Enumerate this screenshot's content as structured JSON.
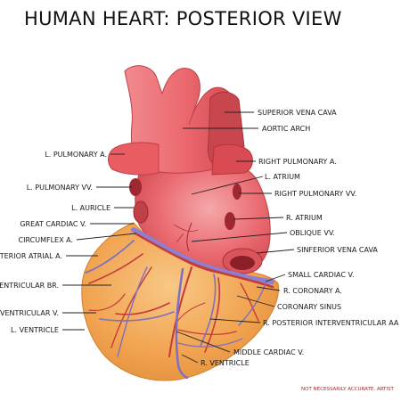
{
  "title": "HUMAN HEART: POSTERIOR VIEW",
  "labels": {
    "superior_vena_cava": "SUPERIOR VENA CAVA",
    "aortic_arch": "AORTIC ARCH",
    "l_pulmonary_a": "L. PULMONARY A.",
    "right_pulmonary_a": "RIGHT PULMONARY A.",
    "l_atrium": "L. ATRIUM",
    "l_pulmonary_vv": "L. PULMONARY VV.",
    "right_pulmonary_vv": "RIGHT PULMONARY VV.",
    "l_auricle": "L. AURICLE",
    "r_atrium": "R. ATRIUM",
    "great_cardiac_v": "GREAT CARDIAC V.",
    "oblique_v": "OBLIQUE VV.",
    "circumflex_a": "CIRCUMFLEX A.",
    "inferior_vena_cava": "SINFERIOR VENA CAVA",
    "posterior_atrial_a": "TERIOR ATRIAL A.",
    "small_cardiac_v": "SMALL CARDIAC V.",
    "ventricular_br": "VENTRICULAR BR.",
    "r_coronary_a": "R. CORONARY A.",
    "coronary_sinus": "CORONARY SINUS",
    "ventricular_v": "VENTRICULAR V.",
    "r_posterior_interventricular_a": "R. POSTERIOR INTERVENTRICULAR AA",
    "l_ventricle": "L. VENTRICLE",
    "middle_cardiac_v": "MIDDLE CARDIAC V.",
    "r_ventricle": "R. VENTRICLE"
  },
  "disclaimer": "NOT NECESSARILY ACCURATE. ARTIST",
  "colors": {
    "atria": "#e85c62",
    "atria_light": "#f3a0a3",
    "vessel": "#ec6a70",
    "vessel_dark": "#b8323a",
    "ventricle": "#f1a24e",
    "ventricle_light": "#f7c27a",
    "artery": "#c43b3b",
    "vein": "#7f6fc0"
  }
}
